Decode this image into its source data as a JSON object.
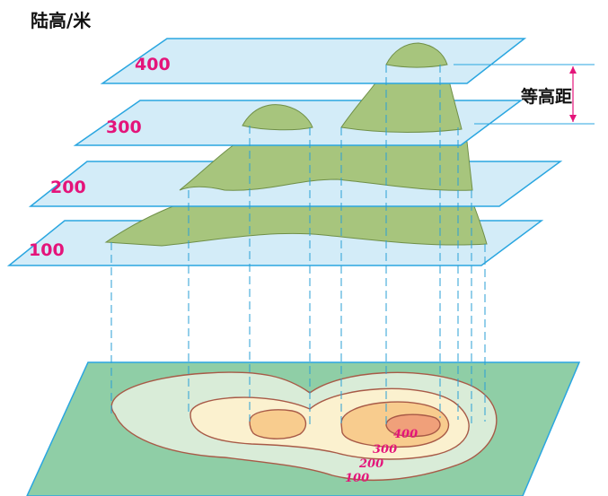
{
  "title": "陆高/米",
  "callout": "等高距",
  "planes": [
    {
      "label": "400"
    },
    {
      "label": "300"
    },
    {
      "label": "200"
    },
    {
      "label": "100"
    }
  ],
  "map_labels": [
    "400",
    "300",
    "200",
    "100"
  ],
  "colors": {
    "plane_fill": "#d3ecf8",
    "plane_stroke": "#2aa6e0",
    "label": "#e4147a",
    "hill": "#a7c57d",
    "hill_stroke": "#6f8f47",
    "drop_line": "#2a9fd6",
    "ground": "#8fcea6",
    "ground_stroke": "#2aa6e0",
    "contour_100": "#d9ecd8",
    "contour_200": "#fbf1cf",
    "contour_300": "#f8cc8e",
    "contour_400": "#f0a07a",
    "contour_stroke": "#a85a47"
  }
}
